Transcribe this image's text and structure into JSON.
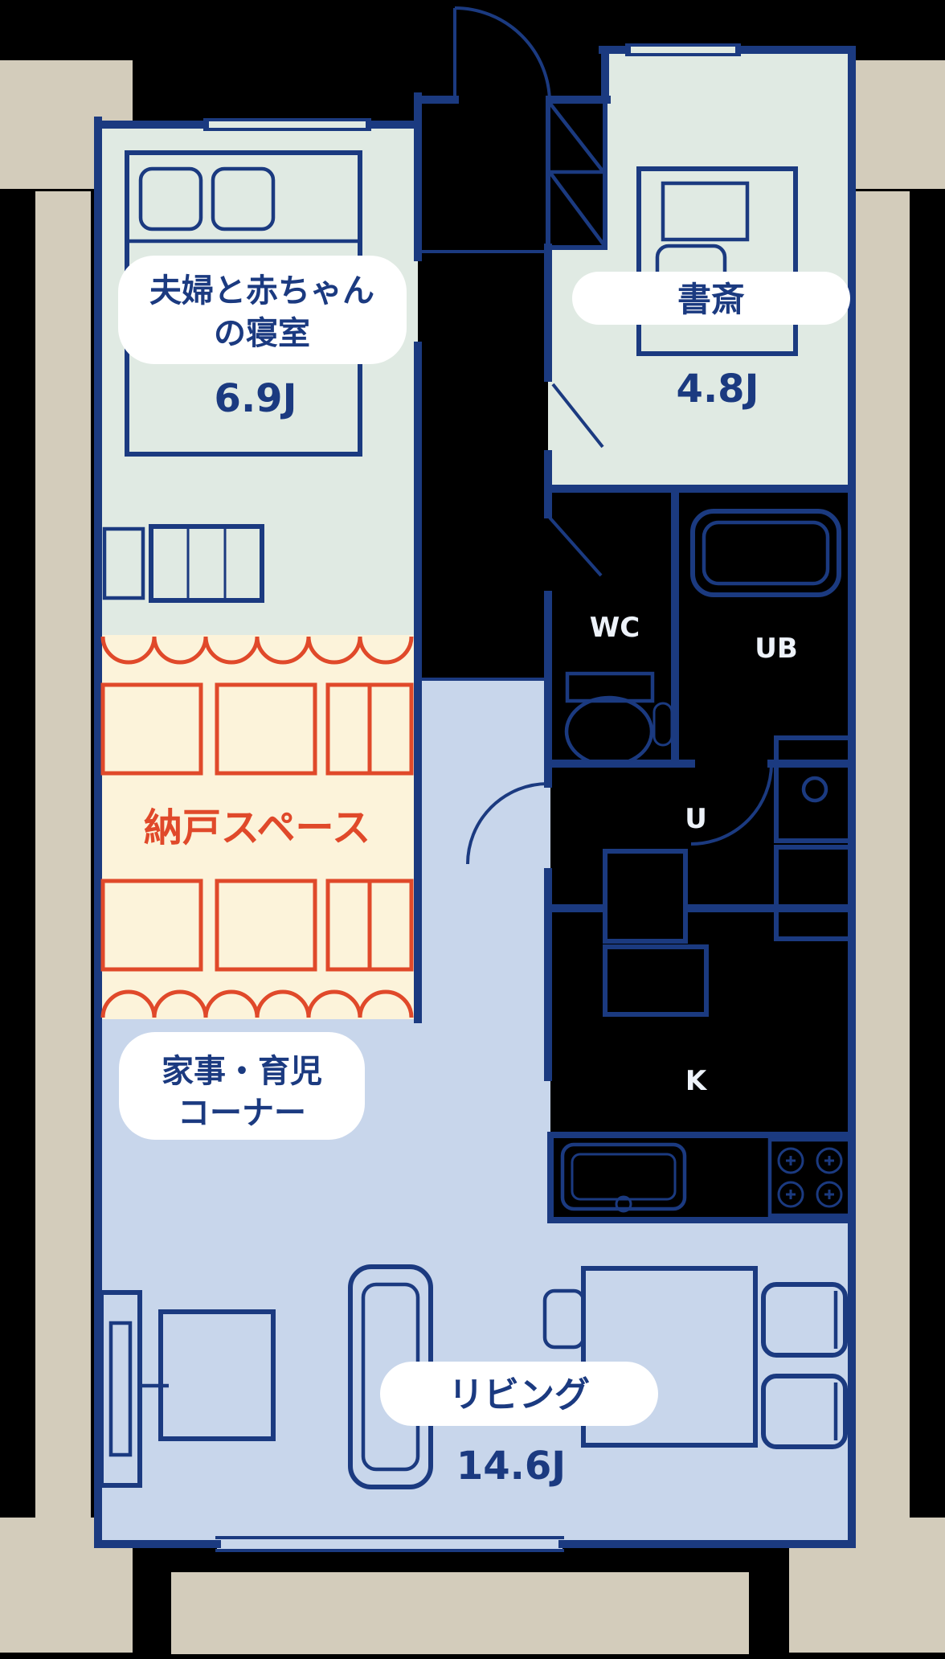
{
  "floorplan": {
    "rooms": {
      "bedroom": {
        "name_line1": "夫婦と赤ちゃん",
        "name_line2": "の寝室",
        "size": "6.9J"
      },
      "study": {
        "name": "書斎",
        "size": "4.8J"
      },
      "storage": {
        "name": "納戸スペース"
      },
      "chore_corner": {
        "name_line1": "家事・育児",
        "name_line2": "コーナー"
      },
      "living": {
        "name": "リビング",
        "size": "14.6J"
      },
      "toilet": {
        "name": "WC"
      },
      "bath": {
        "name": "UB"
      },
      "washroom": {
        "name": "U"
      },
      "kitchen": {
        "name": "K"
      }
    },
    "colors": {
      "wall_navy": "#1b3a80",
      "accent_orange": "#e0492a",
      "bedroom_mint": "#e0eae3",
      "storage_cream": "#fcf3da",
      "living_blue": "#c8d6eb",
      "concrete_beige": "#d3ccbb",
      "label_pill_white": "#ffffff",
      "background_black": "#000000"
    }
  }
}
